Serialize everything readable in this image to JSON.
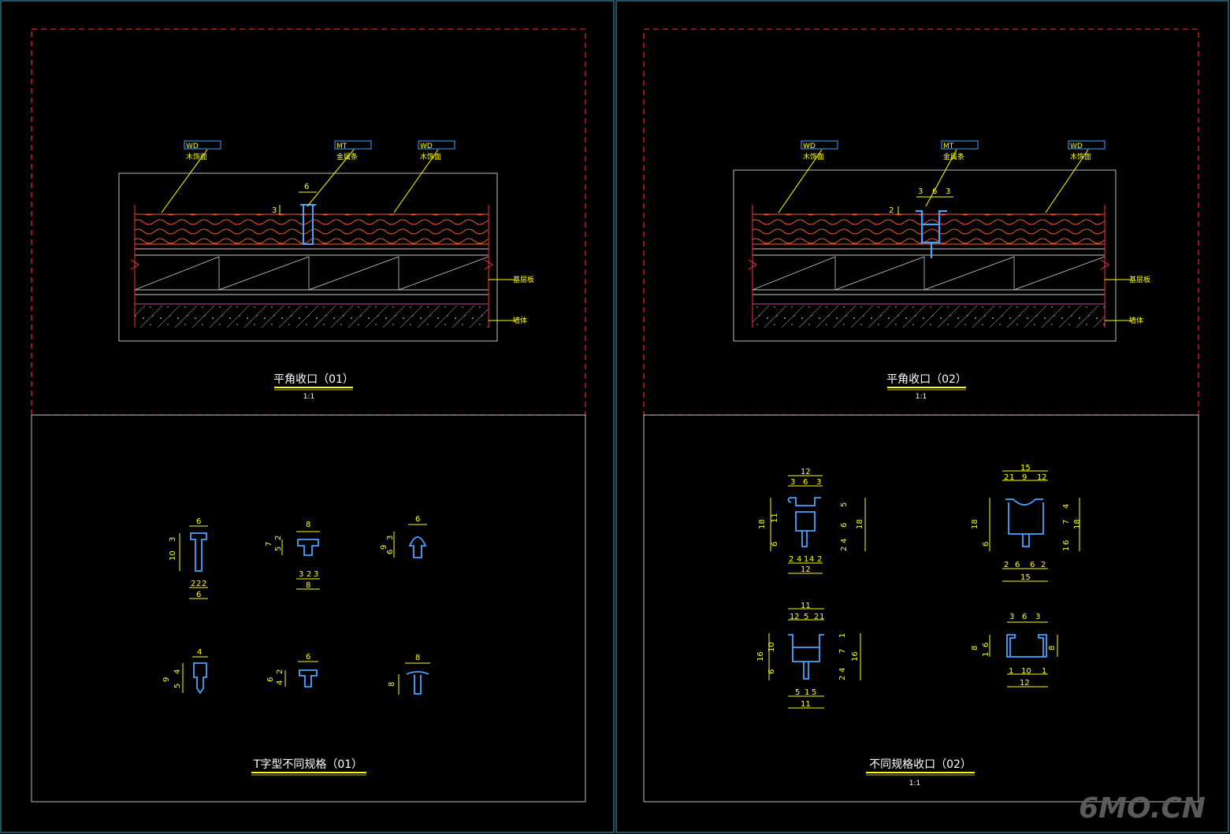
{
  "colors": {
    "bg": "#000000",
    "frame": "#2a6e80",
    "dash": "#e02020",
    "yellow": "#ffff00",
    "blue": "#4aa3ff",
    "wood": "#ff5a2a",
    "white": "#c8c8c8",
    "magenta": "#c040c0",
    "title": "#ffffff"
  },
  "left_detail": {
    "tags": [
      {
        "code": "WD",
        "name": "木饰面"
      },
      {
        "code": "MT",
        "name": "金属条"
      },
      {
        "code": "WD",
        "name": "木饰面"
      }
    ],
    "dim_top": "6",
    "dim_side": "3",
    "right_labels": [
      "基层板",
      "墙体"
    ],
    "title": "平角收口（01）",
    "scale": "1:1"
  },
  "right_detail": {
    "tags": [
      {
        "code": "WD",
        "name": "木饰面"
      },
      {
        "code": "MT",
        "name": "金属条"
      },
      {
        "code": "WD",
        "name": "木饰面"
      }
    ],
    "dim_top": [
      "3",
      "6",
      "3"
    ],
    "dim_side": "2",
    "right_labels": [
      "基层板",
      "墙体"
    ],
    "title": "平角收口（02）",
    "scale": "1:1"
  },
  "tee_panel": {
    "title": "T字型不同规格（01）",
    "profiles": [
      {
        "w": "6",
        "h": [
          "3",
          "10"
        ],
        "bottom": [
          "2",
          "2",
          "2",
          "6"
        ]
      },
      {
        "w": "8",
        "h": [
          "7",
          "5",
          "2"
        ],
        "bottom": [
          "3",
          "2",
          "3",
          "8"
        ]
      },
      {
        "w": "6",
        "h": [
          "9",
          "6",
          "3"
        ],
        "bottom": []
      },
      {
        "w": "4",
        "h": [
          "9",
          "5",
          "4"
        ],
        "bottom": []
      },
      {
        "w": "6",
        "h": [
          "6",
          "4",
          "2"
        ],
        "bottom": []
      },
      {
        "w": "8",
        "h": [
          "8"
        ],
        "bottom": []
      }
    ]
  },
  "spec_panel": {
    "title": "不同规格收口（02）",
    "scale": "1:1",
    "profiles": [
      {
        "top": [
          "12",
          "3",
          "6",
          "3"
        ],
        "left": [
          "18",
          "11",
          "6"
        ],
        "right": [
          "5",
          "6",
          "18",
          "4",
          "2"
        ],
        "bottom": [
          "2",
          "4",
          "1",
          "4",
          "2",
          "12"
        ]
      },
      {
        "top": [
          "15",
          "2",
          "1",
          "9",
          "1",
          "2"
        ],
        "left": [
          "18",
          "6"
        ],
        "right": [
          "4",
          "7",
          "18",
          "6",
          "1"
        ],
        "bottom": [
          "2",
          "6",
          "6",
          "2",
          "15"
        ]
      },
      {
        "top": [
          "11",
          "1",
          "2",
          "5",
          "2",
          "1"
        ],
        "left": [
          "16",
          "10",
          "6"
        ],
        "right": [
          "1",
          "7",
          "16",
          "4",
          "2"
        ],
        "bottom": [
          "5",
          "1",
          "5",
          "11"
        ]
      },
      {
        "top": [
          "3",
          "6",
          "3"
        ],
        "left": [
          "8",
          "6",
          "1"
        ],
        "right": [
          "8"
        ],
        "bottom": [
          "1",
          "10",
          "1",
          "12"
        ]
      }
    ]
  },
  "watermark": "6MO.CN"
}
